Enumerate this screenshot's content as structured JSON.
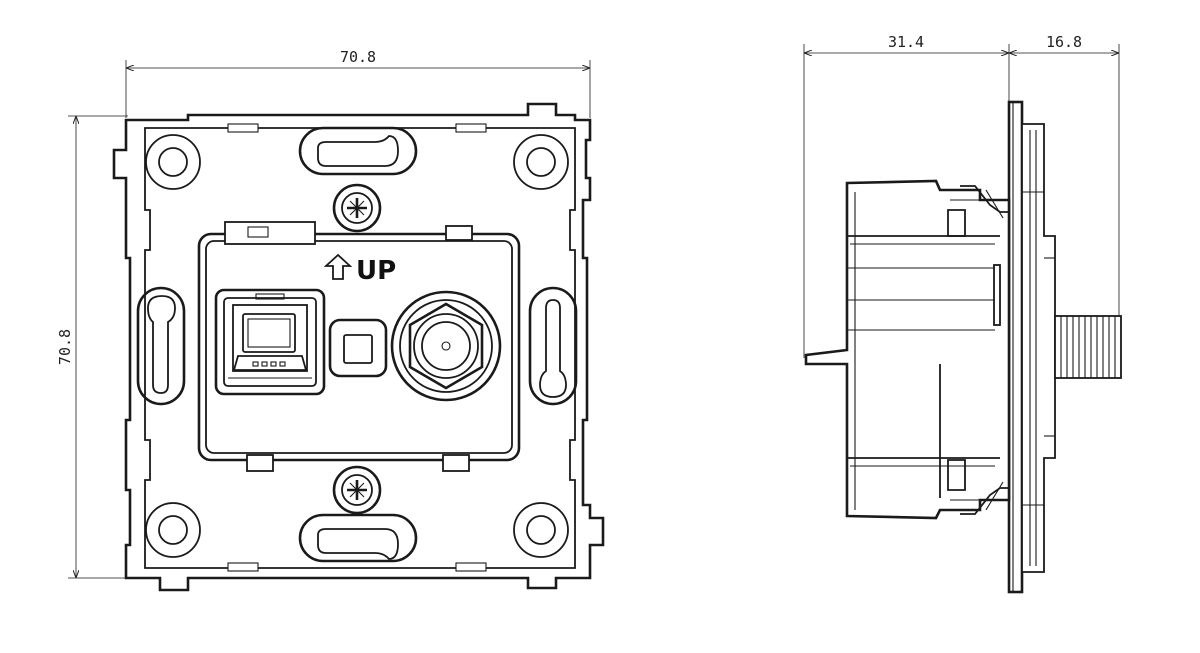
{
  "front_view": {
    "width_label": "70.8",
    "height_label": "70.8",
    "orientation_label": "UP"
  },
  "side_view": {
    "depth_label": "31.4",
    "connector_label": "16.8"
  }
}
